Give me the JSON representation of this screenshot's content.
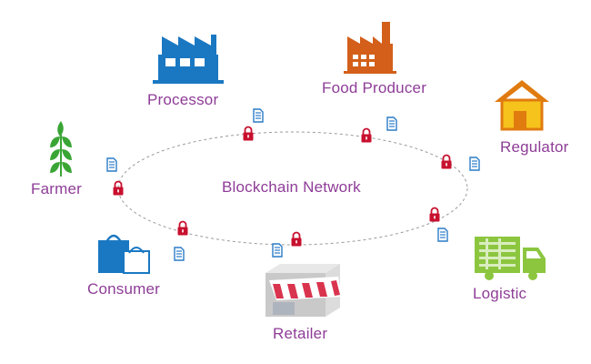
{
  "network": {
    "label": "Blockchain Network"
  },
  "participants": {
    "processor": "Processor",
    "food_producer": "Food Producer",
    "regulator": "Regulator",
    "farmer": "Farmer",
    "logistic": "Logistic",
    "consumer": "Consumer",
    "retailer": "Retailer"
  },
  "colors": {
    "label_text": "#8e3d97",
    "processor_icon": "#1a78c2",
    "food_producer_icon": "#d35f1a",
    "regulator_icon": "#e07b10",
    "farmer_icon": "#3aa535",
    "logistic_icon": "#8cc63f",
    "consumer_icon": "#1a78c2",
    "retailer_stripe": "#d9344e",
    "lock": "#c8102e",
    "document": "#2a7cc7",
    "ring": "#9a9a9a"
  },
  "icons": {
    "processor": "factory-icon",
    "food_producer": "factory-chimney-icon",
    "regulator": "house-icon",
    "farmer": "wheat-icon",
    "logistic": "truck-icon",
    "consumer": "shopping-bags-icon",
    "retailer": "storefront-icon",
    "lock": "padlock-icon",
    "document": "document-icon"
  }
}
